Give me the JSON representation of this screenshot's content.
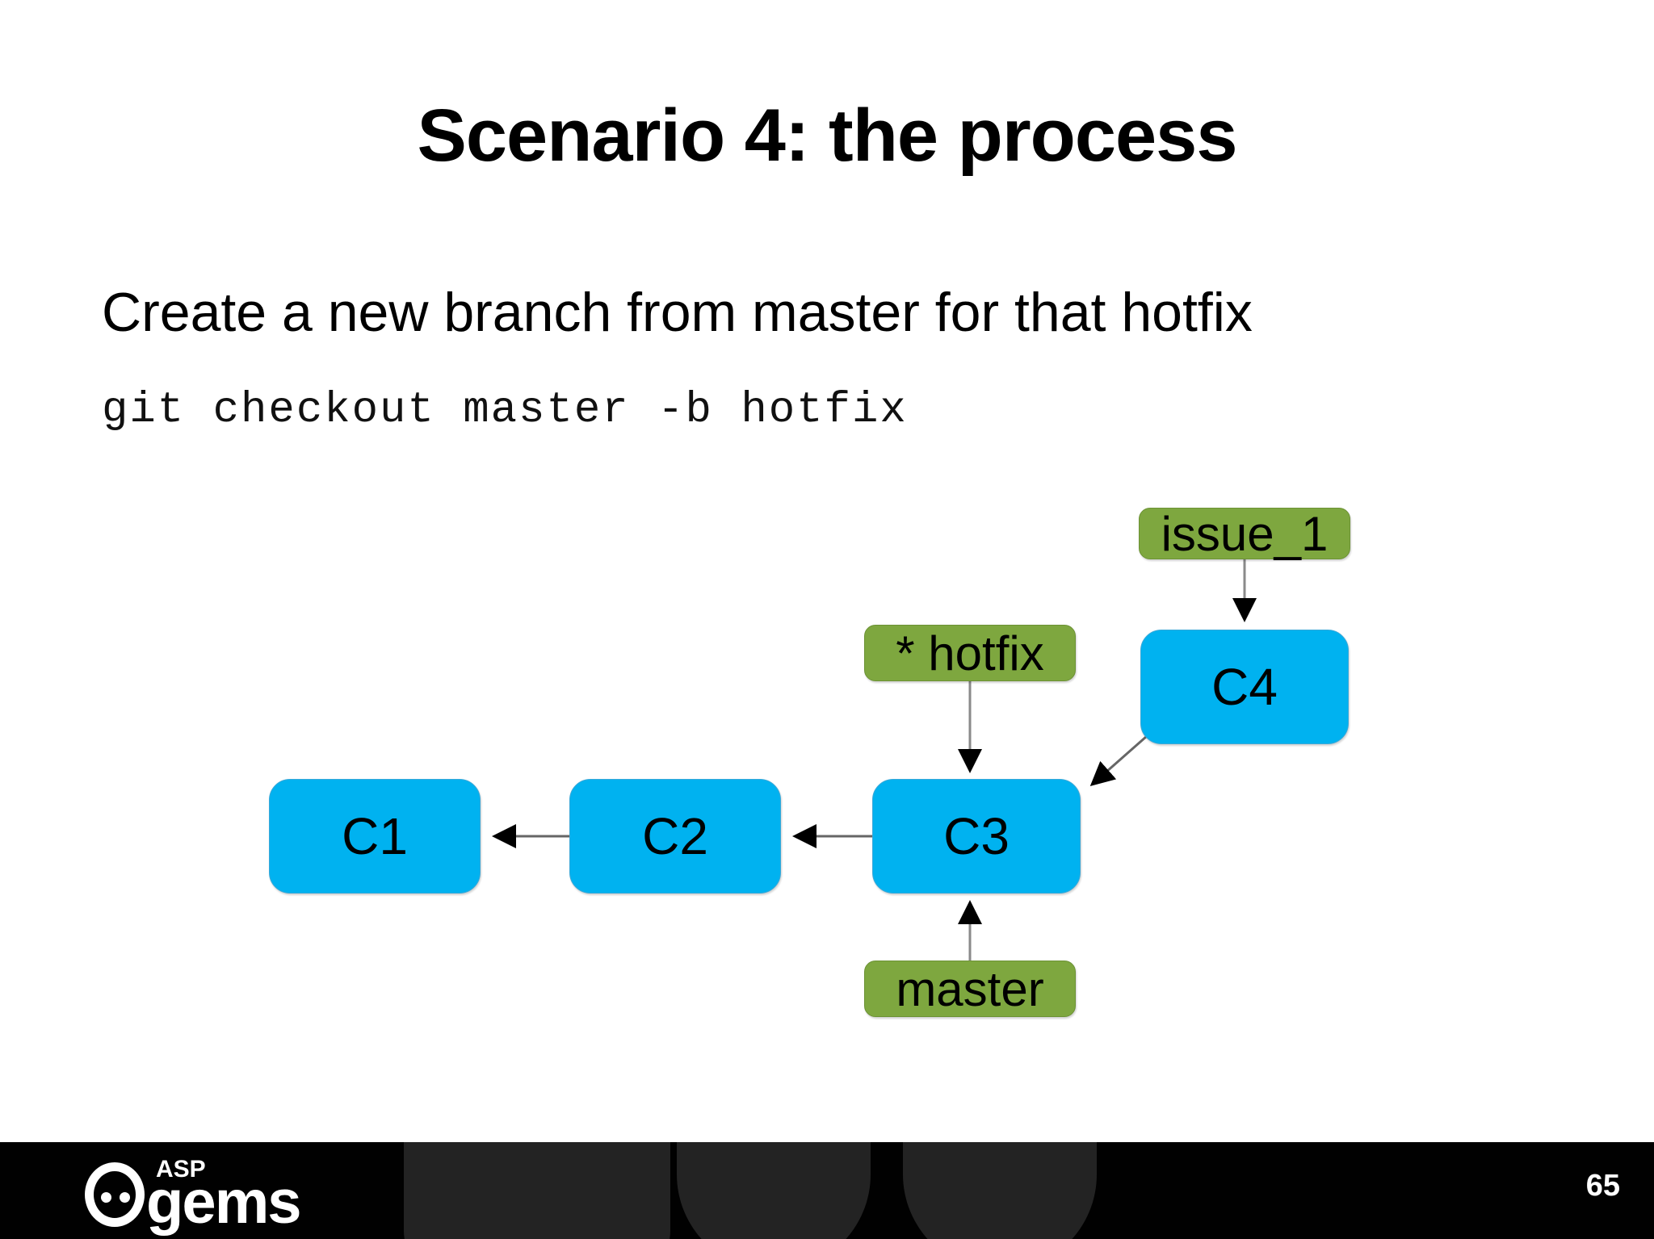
{
  "slide": {
    "title": "Scenario 4: the process",
    "subtitle": "Create a new branch from master for that hotfix",
    "command": "git checkout master -b hotfix",
    "background_color": "#ffffff"
  },
  "diagram": {
    "type": "git-commit-graph",
    "commit_color": "#00b2f0",
    "branch_label_color": "#7ea73f",
    "arrow_color": "#000000",
    "commits": [
      {
        "id": "c1",
        "label": "C1"
      },
      {
        "id": "c2",
        "label": "C2"
      },
      {
        "id": "c3",
        "label": "C3"
      },
      {
        "id": "c4",
        "label": "C4"
      }
    ],
    "branch_labels": [
      {
        "id": "issue_1",
        "label": "issue_1",
        "points_to": "C4"
      },
      {
        "id": "hotfix",
        "label": "* hotfix",
        "points_to": "C3",
        "current": true
      },
      {
        "id": "master",
        "label": "master",
        "points_to": "C3"
      }
    ],
    "edges": [
      {
        "from": "C2",
        "to": "C1"
      },
      {
        "from": "C3",
        "to": "C2"
      },
      {
        "from": "C4",
        "to": "C3"
      }
    ]
  },
  "footer": {
    "logo_top": "ASP",
    "logo_bottom": "gems",
    "page_number": "65",
    "background_color": "#010101"
  }
}
